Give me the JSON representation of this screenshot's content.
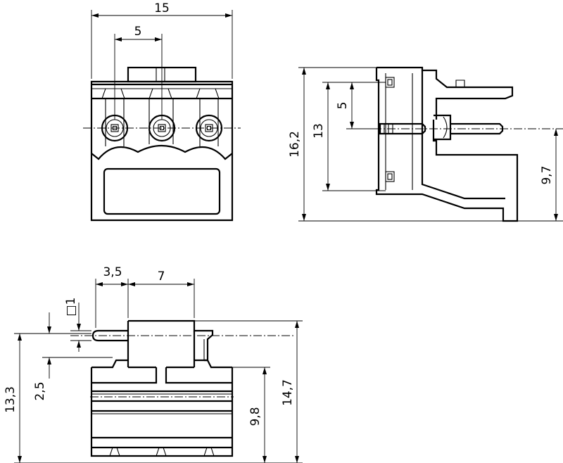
{
  "front_view": {
    "width_dim": "15",
    "pitch_dim": "5"
  },
  "side_view": {
    "overall_height_dim": "16,2",
    "pin_span_dim": "13",
    "pitch_dim": "5",
    "pin_height_dim": "9,7"
  },
  "bottom_view": {
    "pin_offset_dim": "3,5",
    "body_width_dim": "7",
    "pin_square_dim": "□1",
    "pin_base_dim": "2,5",
    "left_height_dim": "13,3",
    "body_height_dim": "9,8",
    "overall_height_dim": "14,7"
  }
}
